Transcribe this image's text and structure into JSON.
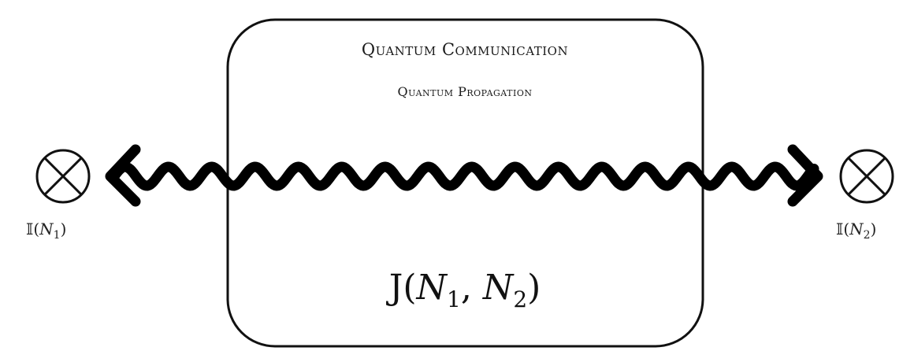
{
  "box": {
    "title": "Quantum Communication",
    "subtitle": "Quantum Propagation",
    "channel": {
      "prefix": "J(",
      "n1": "N",
      "n1_sub": "1",
      "comma": ", ",
      "n2": "N",
      "n2_sub": "2",
      "suffix": ")"
    }
  },
  "left_node": {
    "symbol": "⊗",
    "label_prefix": "𝕀(",
    "label_var": "N",
    "label_sub": "1",
    "label_suffix": ")"
  },
  "right_node": {
    "symbol": "⊗",
    "label_prefix": "𝕀(",
    "label_var": "N",
    "label_sub": "2",
    "label_suffix": ")"
  },
  "colors": {
    "stroke": "#000000",
    "background": "#ffffff"
  }
}
